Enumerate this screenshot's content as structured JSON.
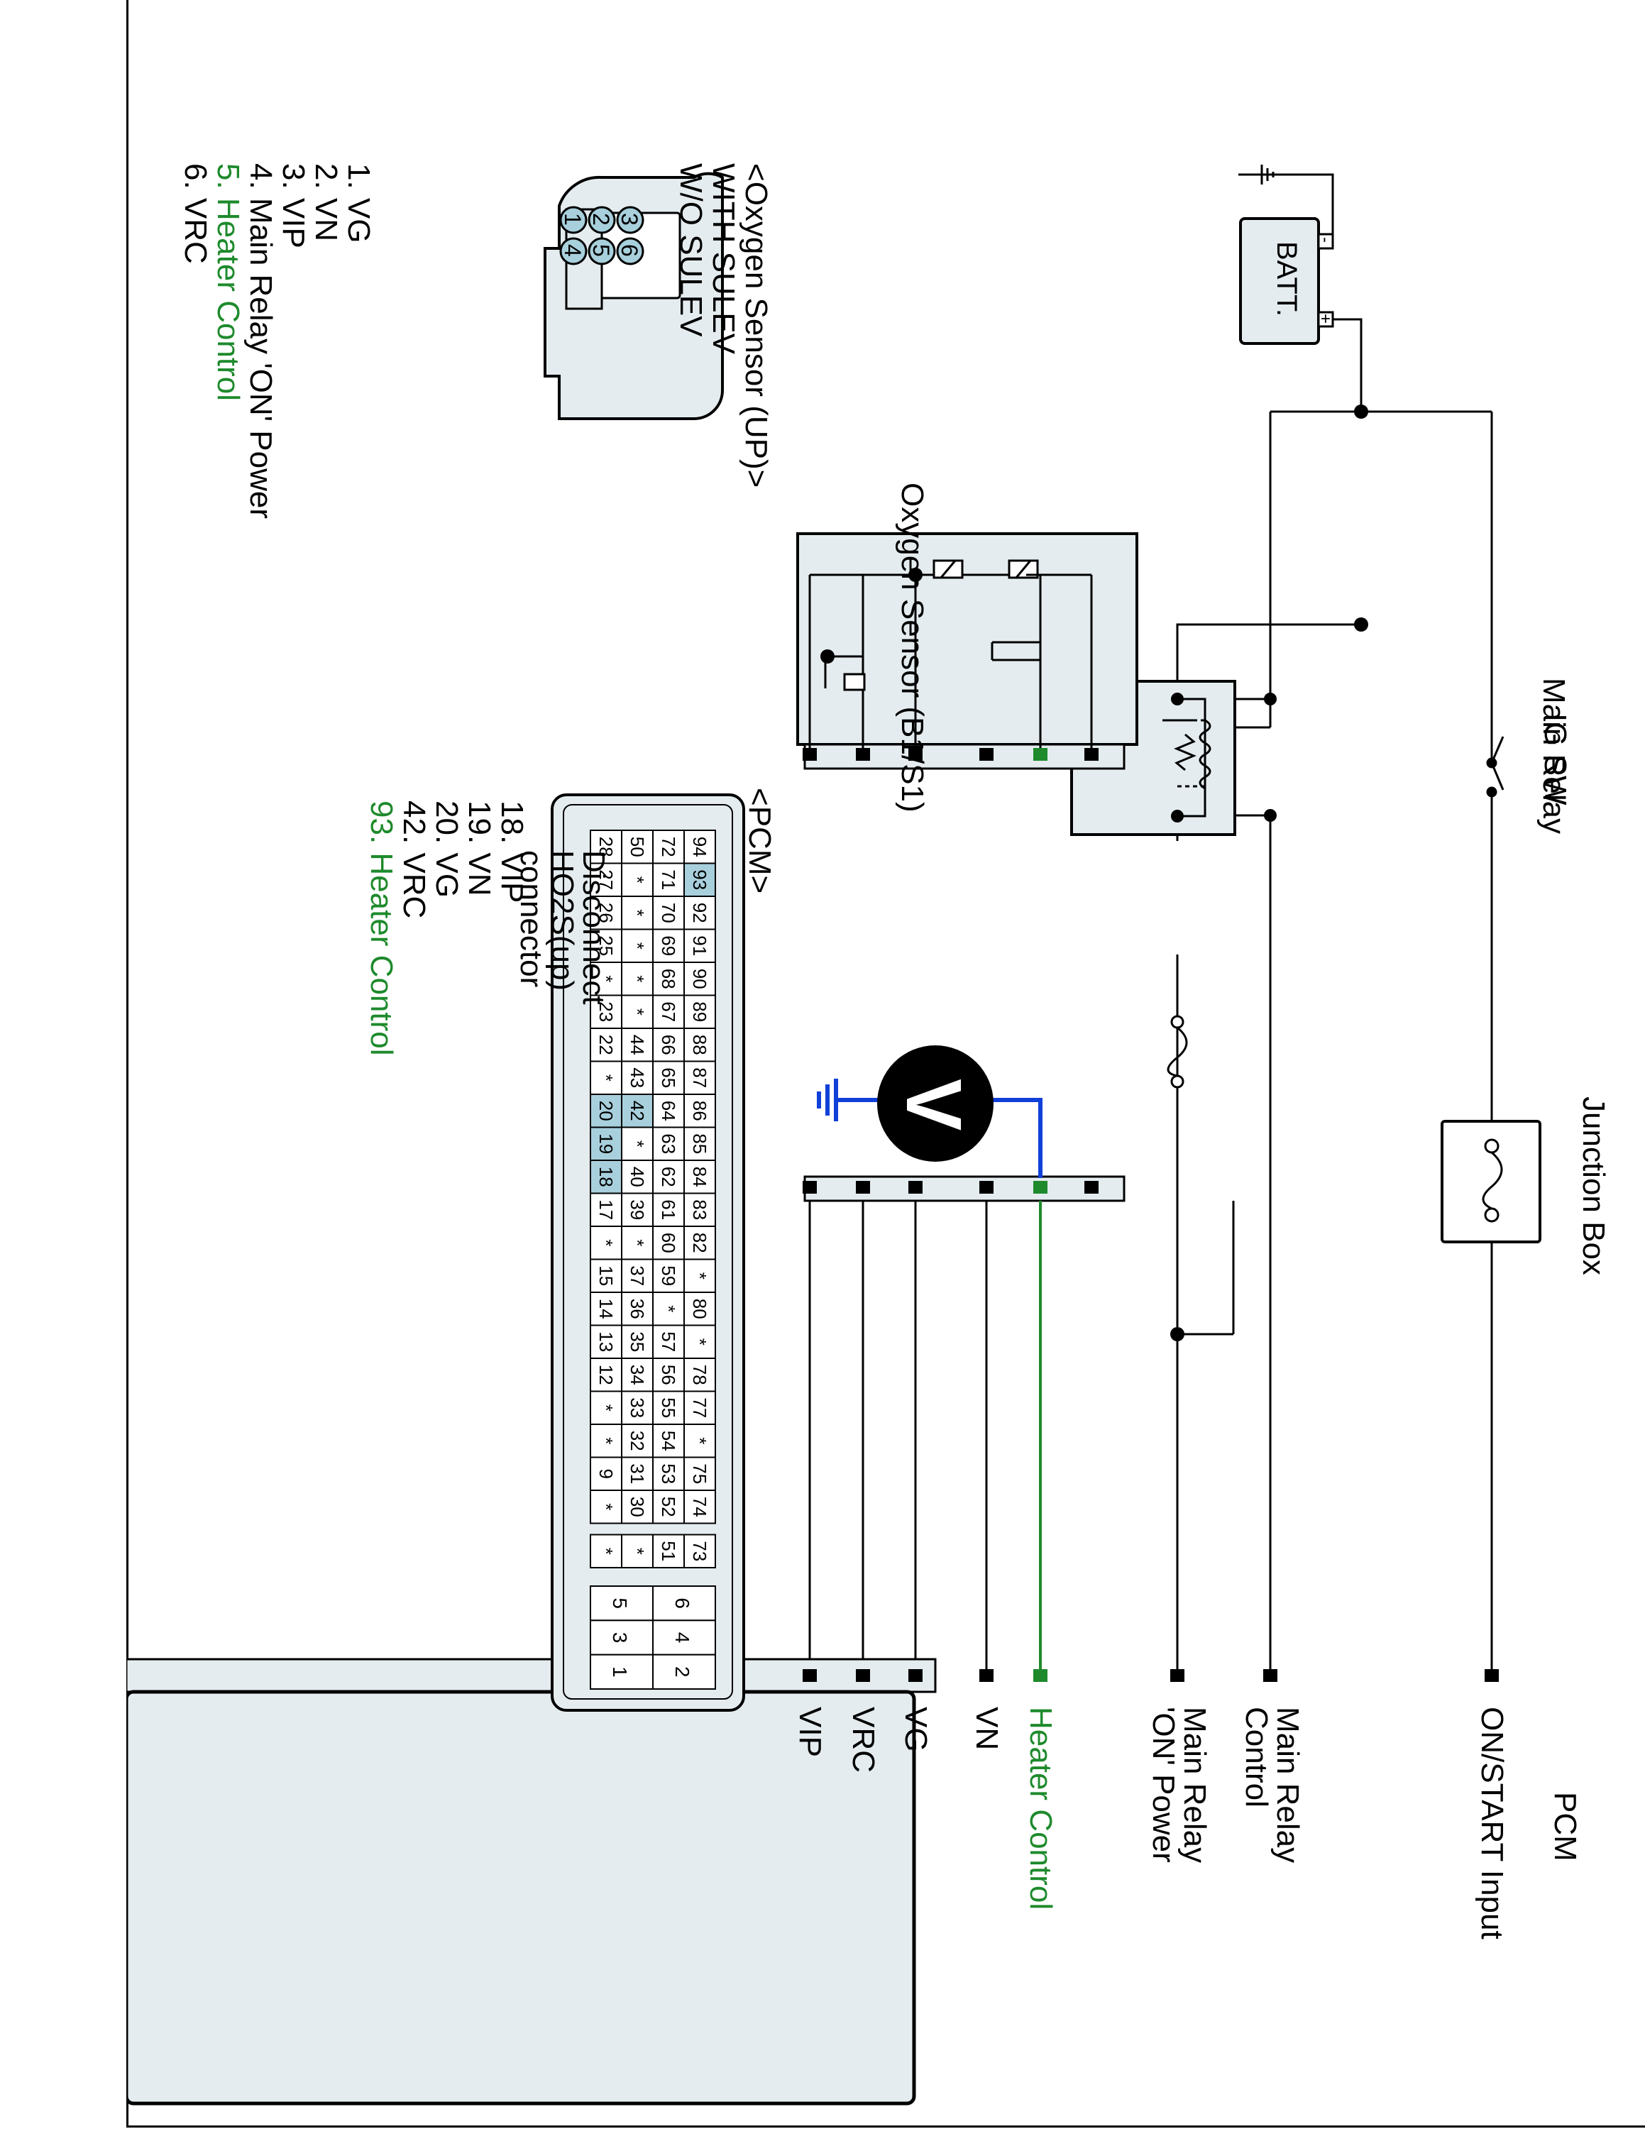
{
  "colors": {
    "green": "#1e8a2c",
    "blue": "#1040d8",
    "orange": "#f07020",
    "pin_highlight": "#a8d0dc",
    "box_fill": "#e4ecef"
  },
  "labels": {
    "ig_sw": "IG SW",
    "main_relay": "Main Relay",
    "junction_box": "Junction Box",
    "batt": "BATT.",
    "batt_minus": "-",
    "batt_plus": "+",
    "oxygen_sensor": "Oxygen Sensor (B1/S1)",
    "disconnect": [
      "Disconnect",
      "HO2S(up)",
      "connector"
    ],
    "voltmeter": "V",
    "pcm_box_title": "PCM"
  },
  "pcm_pins": [
    "ON/START Input",
    "Main Relay Control",
    "Main Relay 'ON' Power",
    "Heater Control",
    "VN",
    "VG",
    "VRC",
    "VIP"
  ],
  "pcm_pins_display": [
    [
      "ON/START Input"
    ],
    [
      "Main Relay",
      "Control"
    ],
    [
      "Main Relay",
      "'ON' Power"
    ],
    [
      "Heater Control"
    ],
    [
      "VN"
    ],
    [
      "VG"
    ],
    [
      "VRC"
    ],
    [
      "VIP"
    ]
  ],
  "sensor_connector": {
    "title": [
      "<Oxygen Sensor (UP)>",
      "WITH SULEV",
      "W/O SULEV"
    ],
    "pins": [
      "1",
      "2",
      "3",
      "4",
      "5",
      "6"
    ],
    "pin_list": [
      {
        "text": "1. VG",
        "highlight": false
      },
      {
        "text": "2. VN",
        "highlight": false
      },
      {
        "text": "3. VIP",
        "highlight": false
      },
      {
        "text": "4. Main Relay  'ON' Power",
        "highlight": false
      },
      {
        "text": "5. Heater Control",
        "highlight": true
      },
      {
        "text": "6. VRC",
        "highlight": false
      }
    ]
  },
  "pcm_connector": {
    "title": "<PCM>",
    "pin_list": [
      {
        "text": "18. VIP",
        "highlight": false
      },
      {
        "text": "19. VN",
        "highlight": false
      },
      {
        "text": "20. VG",
        "highlight": false
      },
      {
        "text": "42. VRC",
        "highlight": false
      },
      {
        "text": "93. Heater Control",
        "highlight": true
      }
    ],
    "rows": [
      [
        "94",
        "93",
        "92",
        "91",
        "90",
        "89",
        "88",
        "87",
        "86",
        "85",
        "84",
        "83",
        "82",
        "*",
        "80",
        "*",
        "78",
        "77",
        "*",
        "75",
        "74"
      ],
      [
        "72",
        "71",
        "70",
        "69",
        "68",
        "67",
        "66",
        "65",
        "64",
        "63",
        "62",
        "61",
        "60",
        "59",
        "*",
        "57",
        "56",
        "55",
        "54",
        "53",
        "52"
      ],
      [
        "50",
        "*",
        "*",
        "*",
        "*",
        "*",
        "44",
        "43",
        "42",
        "*",
        "40",
        "39",
        "*",
        "37",
        "36",
        "35",
        "34",
        "33",
        "32",
        "31",
        "30"
      ],
      [
        "28",
        "27",
        "26",
        "25",
        "*",
        "23",
        "22",
        "*",
        "20",
        "19",
        "18",
        "17",
        "*",
        "15",
        "14",
        "13",
        "12",
        "*",
        "*",
        "9",
        "*"
      ]
    ],
    "side_block": [
      "73",
      "51",
      "*",
      "*"
    ],
    "small_block": [
      [
        "6",
        "5"
      ],
      [
        "4",
        "3"
      ],
      [
        "2",
        "1"
      ]
    ],
    "highlighted_pins": [
      "93",
      "42",
      "20",
      "19",
      "18"
    ]
  }
}
